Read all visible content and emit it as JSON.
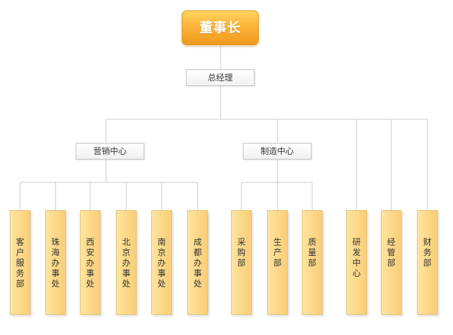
{
  "org": {
    "top": "董事长",
    "ceo": "总经理",
    "groups": [
      {
        "name": "营销中心",
        "children": [
          "客户服务部",
          "珠海办事处",
          "西安办事处",
          "北京办事处",
          "南京办事处",
          "成都办事处"
        ]
      },
      {
        "name": "制造中心",
        "children": [
          "采购部",
          "生产部",
          "质量部"
        ]
      }
    ],
    "direct": [
      "研发中心",
      "经管部",
      "财务部"
    ]
  },
  "colors": {
    "top_fill": "#fbb43a",
    "leaf_fill": "#fcd98a",
    "line": "#c8c8c8"
  }
}
